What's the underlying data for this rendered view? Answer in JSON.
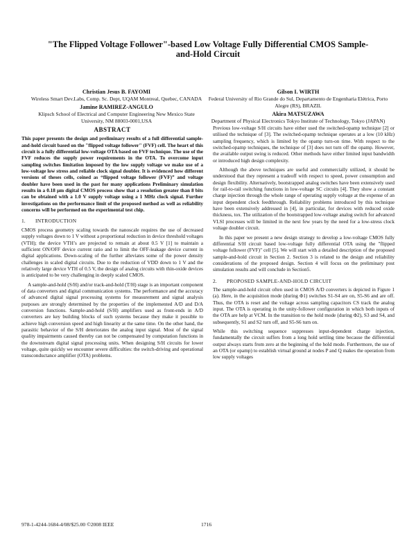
{
  "paper": {
    "title": "\"The Flipped Voltage Follower\"-based Low Voltage Fully Differential CMOS Sample-and-Hold Circuit",
    "authors_left": [
      {
        "name": "Christian Jesus B. FAYOMI",
        "affil": "Wireless Smart Dev.Labs, Comp. Sc. Dept, UQAM Montreal, Quebec, CANADA"
      },
      {
        "name": "Jamine RAMIREZ-ANGULO",
        "affil": "Klipsch School of Electrical and Computer Engineering New Mexico State University, NM 88003-0001,USA"
      }
    ],
    "authors_right": [
      {
        "name": "Gilson I. WIRTH",
        "affil": "Federal University of Rio Grande do Sul, Departamento de Engenharia Elétrica, Porto Alegre (RS), BRAZIL"
      },
      {
        "name": "Akira MATSUZAWA",
        "affil": "Department of Physical Electronics Tokyo Institute of Technology, Tokyo (JAPAN)"
      }
    ],
    "abstract_heading": "ABSTRACT",
    "abstract": "This paper presents the design and preliminary results of a full differential sample-and-hold circuit based on the \"flipped voltage follower\" (FVF) cell. The heart of this circuit is a fully differential low-voltage OTA based on FVF technique. The use of the FVF reduces the supply power requirements in the OTA. To overcome input sampling switches limitation imposed by the low supply voltage we make use of a low-voltage low stress and reliable clock signal doubler. It is evidenced how different versions of theses cells, coined as “flipped voltage follower (FVF)” and voltage doubler have been used in the past for many applications Preliminary simulation results in a 0.18 µm digital CMOS process show that a resolution greater than 8 bits can be obtained with a 1.0 V supply voltage using a 1 MHz clock signal. Further investigations on the performance limit of the proposed method as well as reliability concerns will be performed on the experimental test chip.",
    "sec1_num": "1.",
    "sec1_title": "INTRODUCTION",
    "sec1_p1": "CMOS process geometry scaling towards the nanoscale requires the use of decreased supply voltages down to 1 V without a proportional reduction in device threshold voltages (VTH); the device VTH’s are projected to remain at about 0.5 V [1] to maintain a sufficient ON/OFF device current ratio and to limit the OFF-leakage device current in digital applications. Down-scaling of the further alleviates some of the power density challenges in scaled digital circuits. Due to the reduction of VDD down to 1 V and the relatively large device VTH of 0.5 V, the design of analog circuits with thin-oxide devices is anticipated to be very challenging in deeply scaled CMOS.",
    "sec1_p2": "A sample-and-hold (S/H) and/or track-and-hold (T/H) stage is an important component of data converters and digital communication systems. The performance and the accuracy of advanced digital signal processing systems for measurement and signal analysis purposes are strongly determined by the properties of the implemented A/D and D/A conversion functions. Sample-and-hold (S/H) amplifiers used as front-ends in A/D converters are key building blocks of such systems because they make it possible to achieve high conversion speed and high linearity at the same time. On the other hand, the parasitic behavior of the S/H deteriorates the analog input signal. Most of the signal quality impairments caused thereby can not be compensated by computation functions in the downstream digital signal processing units. When designing S/H circuits for lower voltage, quite quickly we encounter severe difficulties: the switch-driving and operational transconductance amplifier (OTA) problems.",
    "right_p1": "Previous low-voltage S/H circuits have either used the switched-opamp technique [2] or utilised the technique of [3]. The switched-opamp technique operates at a low (10 kHz) sampling frequency, which is limited by the opamp turn-on time. With respect to the switched-opamp techniques, the technique of [3] does not turn off the opamp. However, the available output swing is reduced. Other methods have either limited input bandwidth or introduced high design complexity.",
    "right_p2": "Although the above techniques are useful and commercially utilized, it should be understood that they represent a tradeoff with respect to speed, power consumption and design flexibility. Alternatively, bootstrapped analog switches have been extensively used for rail-to-rail switching functions in low-voltage SC circuits [4]. They show a constant charge injection through the whole range of operating supply voltage at the expense of an input dependent clock feedthrough. Reliability problems introduced by this technique have been extensively addressed in [4], in particular, for devices with reduced oxide thickness, tox. The utilization of the bootstrapped low-voltage analog switch for advanced VLSI processes will be limited in the next few years by the need for a low-stress clock voltage doubler circuit.",
    "right_p3": "In this paper we present a new design strategy to develop a low-voltage CMOS fully differential S/H circuit based low-voltage fully differential OTA using the \"flipped voltage follower (FVF)\" cell [5]. We will start with a detailed description of the proposed sample-and-hold circuit in Section 2. Section 3 is related to the design and reliability considerations of the proposed design. Section 4 will focus on the preliminary post simulation results and will conclude in Section5.",
    "sec2_num": "2.",
    "sec2_title": "PROPOSED SAMPLE-AND-HOLD CIRCUIT",
    "sec2_p1": "The sample-and-hold circuit often used in CMOS A/D converters is depicted in Figure 1 (a). Here, in the acquisition mode (during Φ1) switches S1-S4 are on, S5-S6 and are off. Thus, the OTA is reset and the voltage across sampling capacitors CS track the analog input. The OTA is operating in the unity-follower configuration in which both inputs of the OTA are help at VCM. In the transition to the hold mode (during Φ2), S3 and S4, and subsequently, S1 and S2 turn off, and S5-S6 turn on.",
    "sec2_p2": "While this switching sequence suppresses input-dependent charge injection, fundamentally the circuit suffers from a long hold settling time because the differential output always starts from zero at the beginning of the hold mode. Furthermore, the use of an OTA (or opamp) to establish virtual ground at nodes P and Q makes the operation from low supply voltages",
    "footer_left": "978-1-4244-1684-4/08/$25.00 ©2008 IEEE",
    "page_number": "1716"
  }
}
